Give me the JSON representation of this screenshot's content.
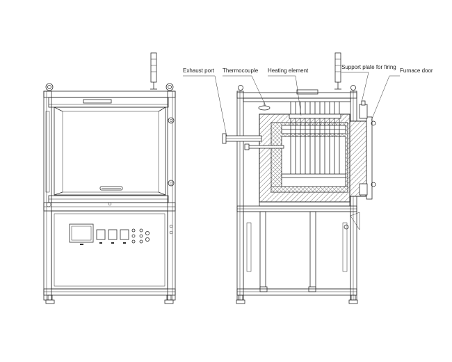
{
  "labels": {
    "exhaust_port": "Exhaust port",
    "thermocouple": "Thermocouple",
    "heating_element": "Heating element",
    "support_plate": "Support plate for firing",
    "furnace_door": "Furnace door"
  }
}
